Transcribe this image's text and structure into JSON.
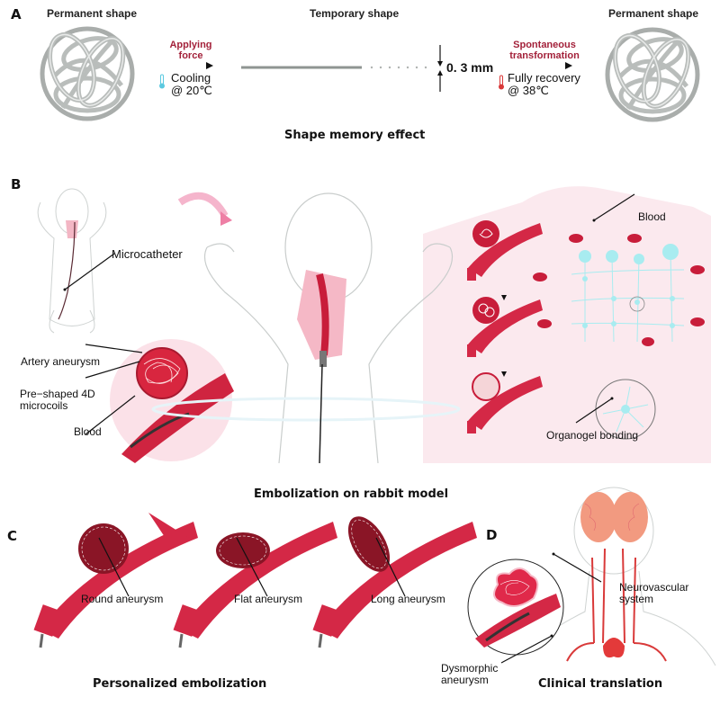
{
  "panel_a": {
    "letter": "A",
    "left_header": "Permanent shape",
    "center_header": "Temporary shape",
    "right_header": "Permanent shape",
    "step1_title_line1": "Applying",
    "step1_title_line2": "force",
    "step1_cond_line1": "Cooling",
    "step1_cond_line2": "@ 20℃",
    "thickness": "0. 3 mm",
    "step2_title_line1": "Spontaneous",
    "step2_title_line2": "transformation",
    "step2_cond_line1": "Fully recovery",
    "step2_cond_line2": "@ 38℃",
    "caption": "Shape memory effect"
  },
  "panel_b": {
    "letter": "B",
    "microcatheter": "Microcatheter",
    "artery_aneurysm": "Artery aneurysm",
    "microcoils_line1": "Pre−shaped 4D",
    "microcoils_line2": "microcoils",
    "blood_left": "Blood",
    "blood_right": "Blood",
    "organogel": "Organogel bonding",
    "caption": "Embolization on rabbit model"
  },
  "panel_c": {
    "letter": "C",
    "items": [
      {
        "label": "Round aneurysm"
      },
      {
        "label": "Flat aneurysm"
      },
      {
        "label": "Long aneurysm"
      }
    ],
    "caption": "Personalized embolization"
  },
  "panel_d": {
    "letter": "D",
    "neuro_line1": "Neurovascular",
    "neuro_line2": "system",
    "dys_line1": "Dysmorphic",
    "dys_line2": "aneurysm",
    "caption": "Clinical translation"
  },
  "colors": {
    "accent_red": "#a3213a",
    "vessel": "#d8263f",
    "coil_gray": "#b9bdbb",
    "gel_cyan": "#a8ecf0",
    "pink_bg": "#fbe9ee",
    "cold": "#5cc9e0",
    "hot": "#d93a3a"
  }
}
